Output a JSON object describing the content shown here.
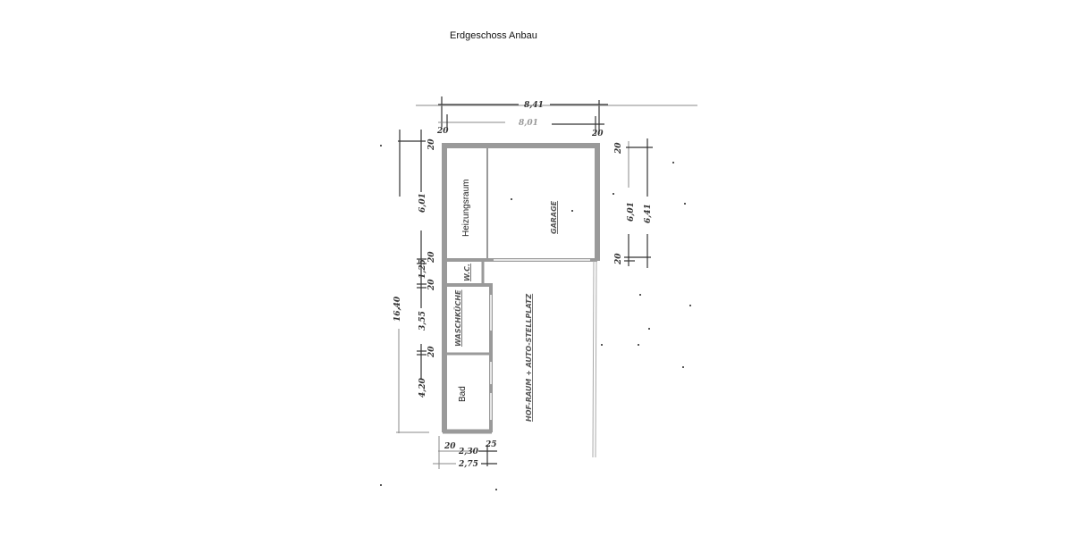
{
  "title": "Erdgeschoss Anbau",
  "rooms": {
    "heizungsraum": "Heizungsraum",
    "garage": "GARAGE",
    "wc": "W.C.",
    "waschkueche": "WASCHKÜCHE",
    "bad": "Bad",
    "hof": "HOF-RAUM + AUTO-STELLPLATZ"
  },
  "dimensions": {
    "top_outer": "8,41",
    "top_inner": "8,01",
    "top_left_wall": "20",
    "top_right_wall": "20",
    "left_total": "16,40",
    "left_heiz": "6,01",
    "left_wall1": "20",
    "left_wc": "1,25",
    "left_wall2": "20",
    "left_wasch": "3,55",
    "left_wall3": "20",
    "left_bad": "4,20",
    "left_top_wall": "20",
    "right_inner": "6,01",
    "right_outer": "6,41",
    "right_wall_top": "20",
    "right_wall_bottom": "20",
    "bottom_wall": "20",
    "bottom_inner": "2,30",
    "bottom_wall_right": "25",
    "bottom_outer": "2,75"
  },
  "colors": {
    "wall": "#9a9a9a",
    "ink": "#333333"
  }
}
